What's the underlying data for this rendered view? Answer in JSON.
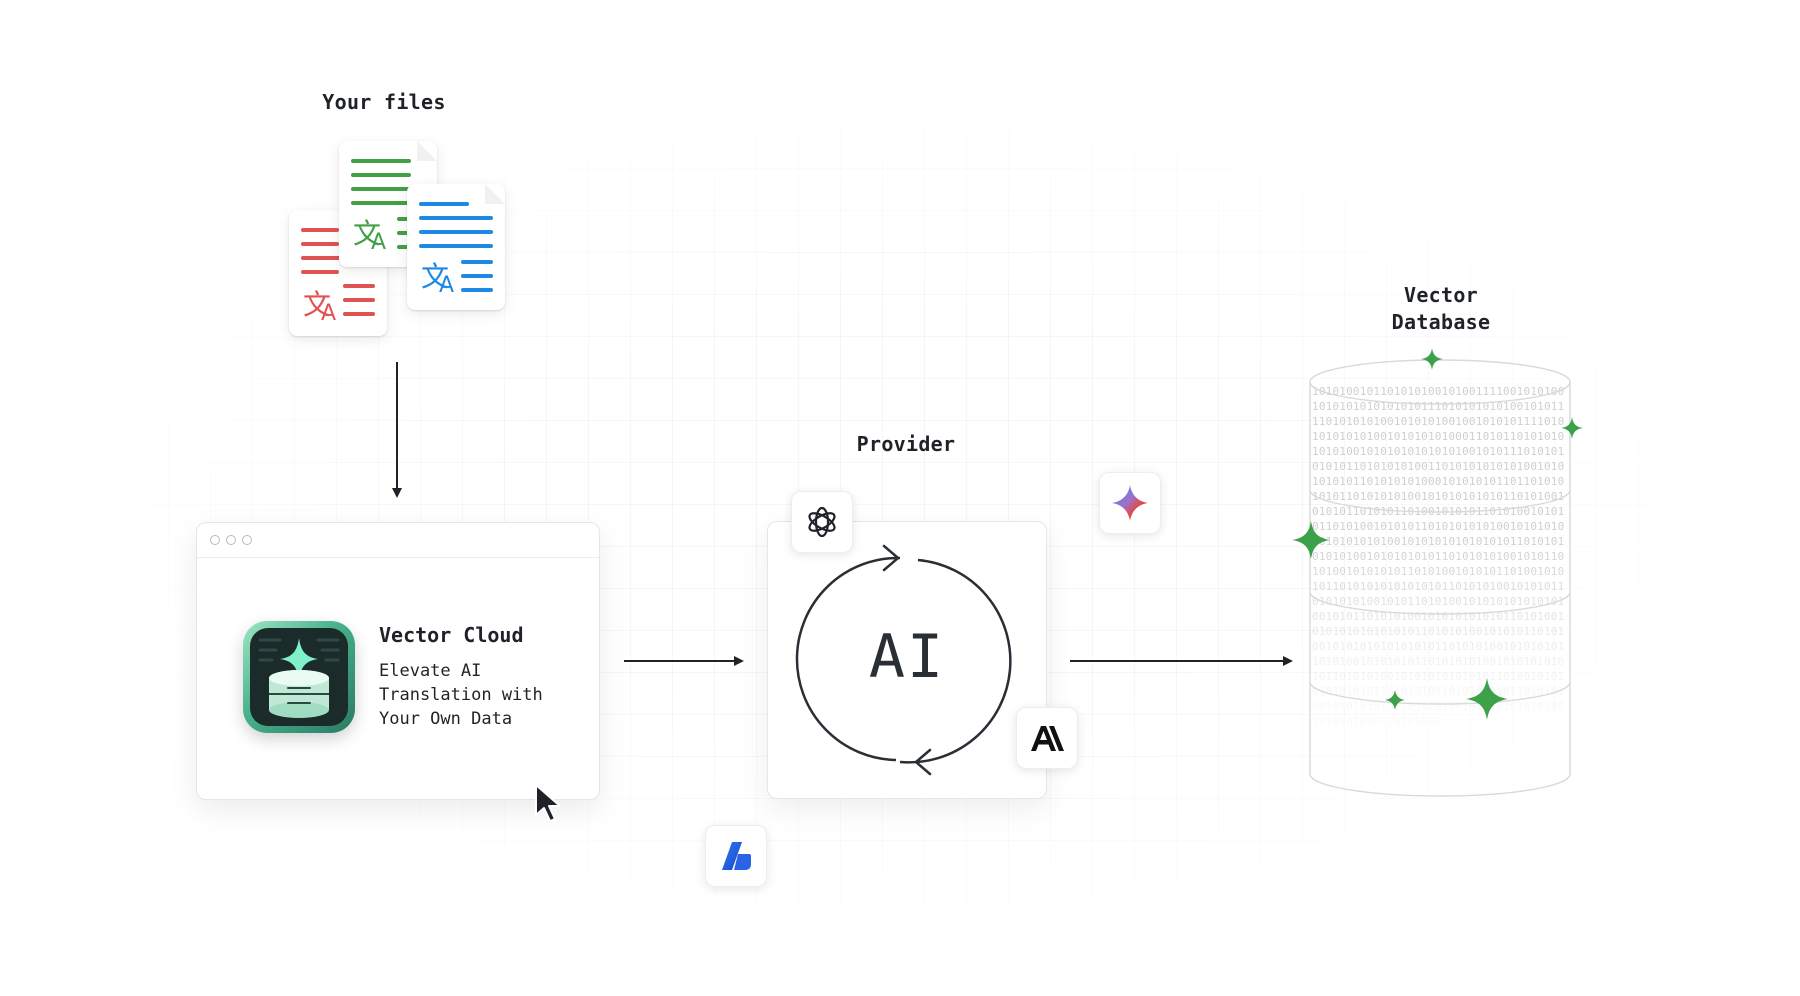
{
  "labels": {
    "files": "Your files",
    "provider": "Provider",
    "database_line1": "Vector",
    "database_line2": "Database"
  },
  "app": {
    "title": "Vector Cloud",
    "subtitle": "Elevate AI\nTranslation with\nYour Own Data"
  },
  "provider": {
    "center_text": "AI",
    "logos": [
      "openai-logo",
      "gemini-logo",
      "anthropic-logo",
      "azure-logo"
    ]
  },
  "files": [
    {
      "color": "#e05353",
      "icon": "translate-icon"
    },
    {
      "color": "#43a047",
      "icon": "translate-icon"
    },
    {
      "color": "#1e88e5",
      "icon": "translate-icon"
    }
  ],
  "database": {
    "bits": "10101001011010101001010011110010101001010101010101010111010101010100101011110101010100101010100100101010111101010101010100101010101000110101101010101010100101010101010101001010111010101010101101010101001101010101010100101010101011010101010001010101011011010101010110101010100101010101010110101001010101101010110100101010110101001010101101010010101011010101010100101010101010101010100101010101010101011010101010101001010101010110101010100101011010100101010101101010010101011010010101011010101010101010110101010010101011010101010010101101010010101010101010100101011010101001010101010101101010010101010101010101101010100101010110101001010101010101010110101010010101010110101001010101011010101010010101010101011010101001010101010101011010010101010101010110101010010101010101101010100101010101011010101001010101010101001010101010110101010"
  },
  "colors": {
    "sparkle": "#3da14a",
    "stroke": "#1f2328"
  }
}
